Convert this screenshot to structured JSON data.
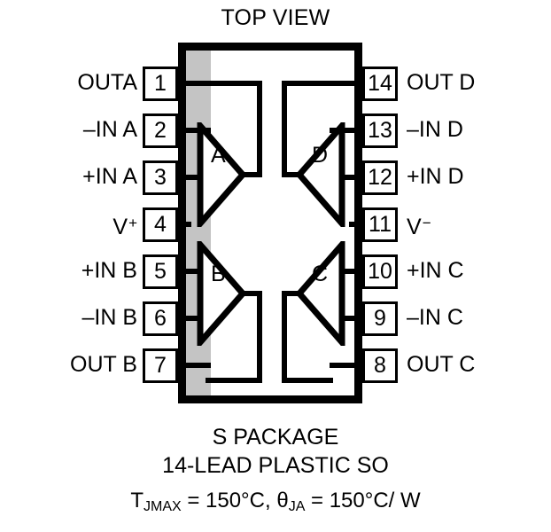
{
  "diagram": {
    "title": "TOP VIEW",
    "package_outline": {
      "fill": "#ffffff",
      "border_color": "#000000",
      "die_stripe_color": "#c4c4c4"
    },
    "pins_left": [
      {
        "number": "1",
        "label": "OUTA"
      },
      {
        "number": "2",
        "label": "–IN A"
      },
      {
        "number": "3",
        "label": "+IN A"
      },
      {
        "number": "4",
        "label_base": "V",
        "label_sup": "+"
      },
      {
        "number": "5",
        "label": "+IN B"
      },
      {
        "number": "6",
        "label": "–IN B"
      },
      {
        "number": "7",
        "label": "OUT B"
      }
    ],
    "pins_right": [
      {
        "number": "14",
        "label": "OUT D"
      },
      {
        "number": "13",
        "label": "–IN D"
      },
      {
        "number": "12",
        "label": "+IN D"
      },
      {
        "number": "11",
        "label_base": "V",
        "label_sup": "−"
      },
      {
        "number": "10",
        "label": "+IN C"
      },
      {
        "number": "9",
        "label": "–IN C"
      },
      {
        "number": "8",
        "label": "OUT C"
      }
    ],
    "amplifiers": [
      {
        "id": "A",
        "letter": "A",
        "orientation": "right"
      },
      {
        "id": "D",
        "letter": "D",
        "orientation": "left"
      },
      {
        "id": "B",
        "letter": "B",
        "orientation": "right"
      },
      {
        "id": "C",
        "letter": "C",
        "orientation": "left"
      }
    ],
    "caption": {
      "package": "S PACKAGE",
      "lead": "14-LEAD PLASTIC SO",
      "thermal_t_symbol": "T",
      "thermal_t_sub": "JMAX",
      "thermal_t_value": " = 150°C, ",
      "thermal_theta_symbol": "θ",
      "thermal_theta_sub": "JA",
      "thermal_theta_value": " = 150°C/ W"
    }
  }
}
